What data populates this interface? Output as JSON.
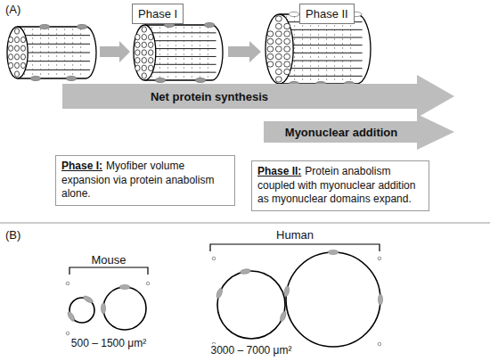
{
  "diagram": {
    "nodes": [
      {
        "text": [
          "Phase I"
        ]
      },
      {
        "text": [
          "Phase II"
        ]
      },
      {
        "text": [
          "Net protein synthesis"
        ]
      },
      {
        "text": [
          "Myonuclear addition"
        ]
      },
      {
        "text": [
          "Phase I:",
          "Myofiber volume expansion via protein anabolism alone."
        ]
      },
      {
        "text": [
          "Phase II:",
          "Protein anabolism coupled with myonuclear addition as myonuclear domains expand."
        ]
      }
    ],
    "labels": [
      "(A)",
      "(B)",
      "Mouse",
      "500 – 1500 μm²",
      "Human",
      "3000 – 7000 μm²"
    ]
  }
}
